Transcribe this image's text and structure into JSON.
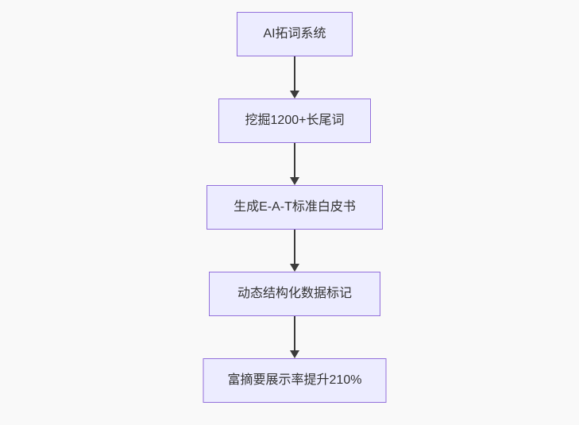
{
  "diagram": {
    "type": "flowchart-top-down",
    "colors": {
      "page_bg": "#f9f9f9",
      "node_fill": "#ECECFF",
      "node_border": "#9370DB",
      "text": "#333333",
      "arrow": "#3b3b3b"
    },
    "nodes": [
      {
        "label": "AI拓词系统"
      },
      {
        "label": "挖掘1200+长尾词"
      },
      {
        "label": "生成E-A-T标准白皮书"
      },
      {
        "label": "动态结构化数据标记"
      },
      {
        "label": "富摘要展示率提升210%"
      }
    ],
    "edges": [
      {
        "from": 0,
        "to": 1
      },
      {
        "from": 1,
        "to": 2
      },
      {
        "from": 2,
        "to": 3
      },
      {
        "from": 3,
        "to": 4
      }
    ]
  }
}
